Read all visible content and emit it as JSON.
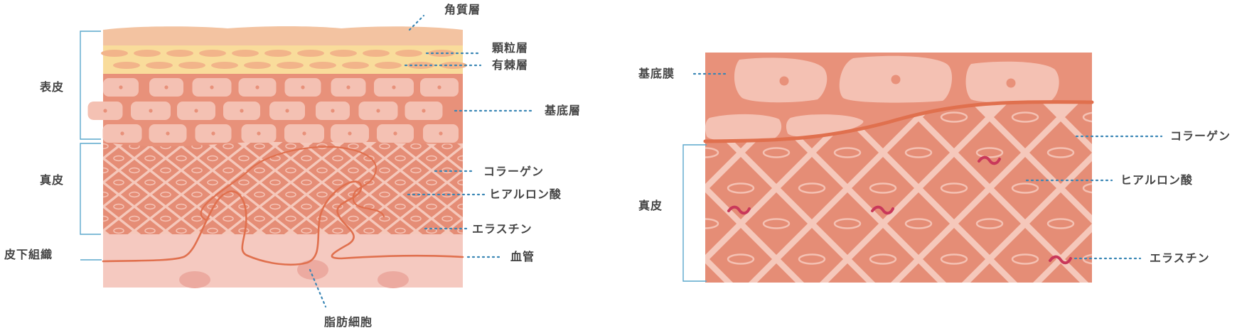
{
  "left_diagram": {
    "labels": {
      "kakushitsu": "角質層",
      "karyu": "顆粒層",
      "yuukyoku": "有棘層",
      "kitei_sou": "基底層",
      "collagen": "コラーゲン",
      "hyaluronic": "ヒアルロン酸",
      "elastin": "エラスチン",
      "blood_vessel": "血管",
      "fat_cell": "脂肪細胞",
      "epidermis": "表皮",
      "dermis": "真皮",
      "subcutaneous": "皮下組織"
    }
  },
  "right_diagram": {
    "labels": {
      "basement_membrane": "基底膜",
      "dermis": "真皮",
      "collagen": "コラーゲン",
      "hyaluronic": "ヒアルロン酸",
      "elastin": "エラスチン"
    }
  },
  "colors": {
    "horny": "#f3c3a1",
    "granular": "#f9dc9b",
    "epidermis": "#e8917a",
    "cell": "#f4c1b3",
    "dermis": "#f5c8bb",
    "collagen": "#e58d76",
    "vessel": "#e0704e",
    "subcutaneous": "#f5c9c0",
    "fat": "#ecaaa0",
    "elastin": "#c9385a",
    "leader": "#3a86b5"
  }
}
